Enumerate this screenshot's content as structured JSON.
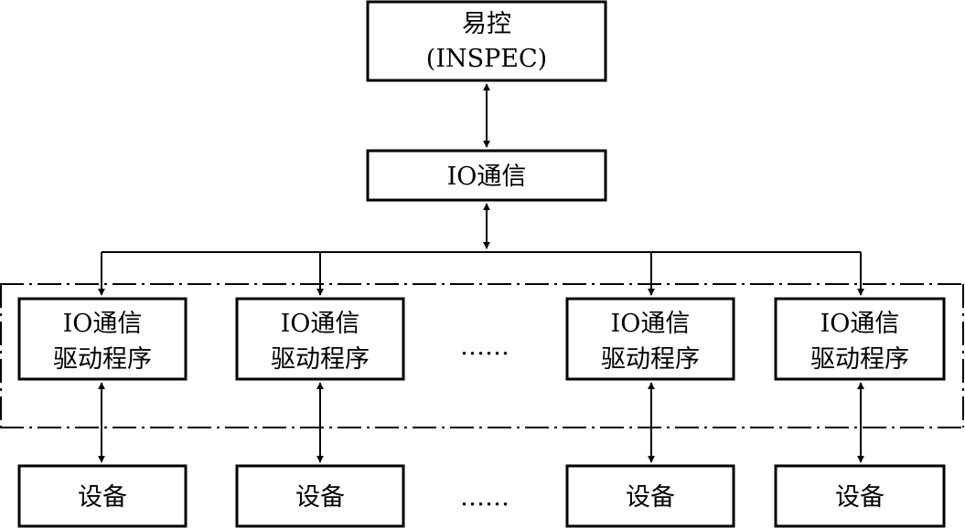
{
  "top_box": {
    "line1": "易控",
    "line2": "(INSPEC)"
  },
  "comm_box": {
    "label": "IO通信"
  },
  "drivers": [
    {
      "line1": "IO通信",
      "line2": "驱动程序"
    },
    {
      "line1": "IO通信",
      "line2": "驱动程序"
    },
    {
      "line1": "IO通信",
      "line2": "驱动程序"
    },
    {
      "line1": "IO通信",
      "line2": "驱动程序"
    }
  ],
  "devices": [
    {
      "label": "设备"
    },
    {
      "label": "设备"
    },
    {
      "label": "设备"
    },
    {
      "label": "设备"
    }
  ],
  "ellipsis": "……"
}
